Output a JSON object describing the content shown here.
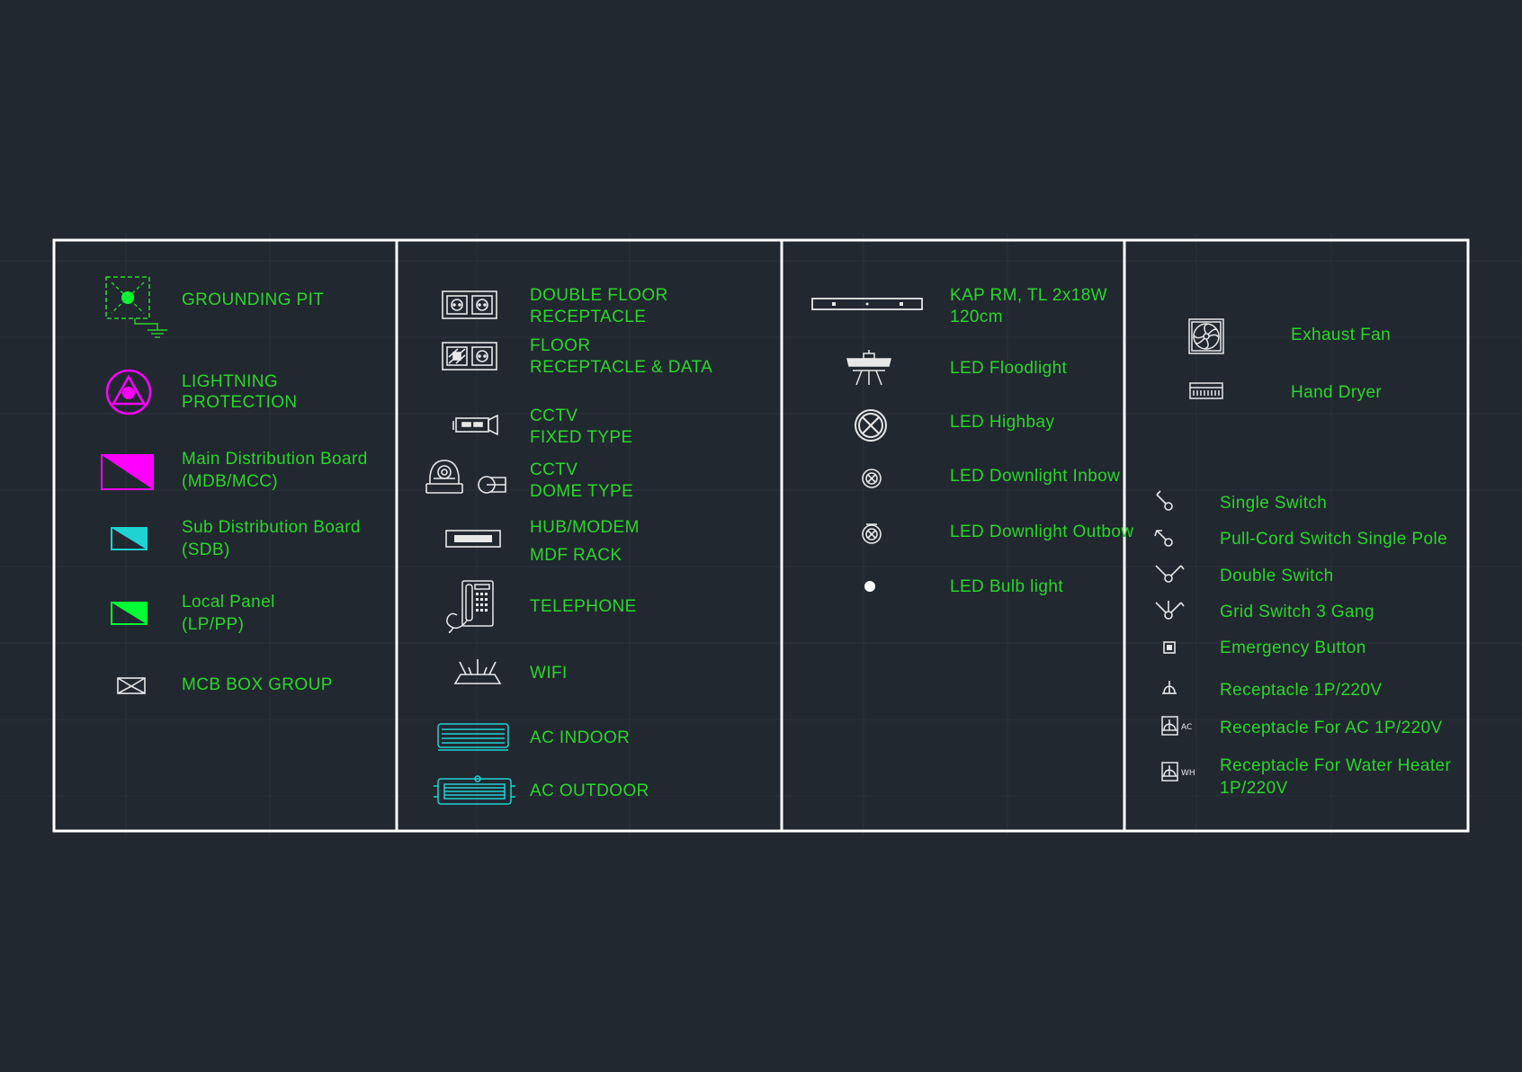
{
  "columns": [
    {
      "items": [
        {
          "icon": "grounding-pit-icon",
          "lines": [
            "GROUNDING PIT"
          ]
        },
        {
          "icon": "lightning-protection-icon",
          "lines": [
            "LIGHTNING",
            "PROTECTION"
          ]
        },
        {
          "icon": "main-distribution-board-icon",
          "lines": [
            "Main Distribution Board",
            "(MDB/MCC)"
          ]
        },
        {
          "icon": "sub-distribution-board-icon",
          "lines": [
            "Sub Distribution Board",
            "(SDB)"
          ]
        },
        {
          "icon": "local-panel-icon",
          "lines": [
            "Local Panel",
            "(LP/PP)"
          ]
        },
        {
          "icon": "mcb-box-group-icon",
          "lines": [
            "MCB BOX GROUP"
          ]
        }
      ]
    },
    {
      "items": [
        {
          "icon": "double-floor-receptacle-icon",
          "lines": [
            "DOUBLE FLOOR",
            "RECEPTACLE"
          ]
        },
        {
          "icon": "floor-receptacle-data-icon",
          "lines": [
            "FLOOR",
            "RECEPTACLE & DATA"
          ]
        },
        {
          "icon": "cctv-fixed-icon",
          "lines": [
            "CCTV",
            "FIXED TYPE"
          ]
        },
        {
          "icon": "cctv-dome-icon",
          "lines": [
            "CCTV",
            "DOME TYPE"
          ]
        },
        {
          "icon": "hub-modem-icon",
          "lines": [
            "HUB/MODEM",
            "MDF RACK"
          ]
        },
        {
          "icon": "telephone-icon",
          "lines": [
            "TELEPHONE"
          ]
        },
        {
          "icon": "wifi-icon",
          "lines": [
            "WIFI"
          ]
        },
        {
          "icon": "ac-indoor-icon",
          "lines": [
            "AC INDOOR"
          ]
        },
        {
          "icon": "ac-outdoor-icon",
          "lines": [
            "AC  OUTDOOR"
          ]
        }
      ]
    },
    {
      "items": [
        {
          "icon": "tl-lamp-icon",
          "lines": [
            "KAP RM, TL 2x18W",
            "120cm"
          ]
        },
        {
          "icon": "led-floodlight-icon",
          "lines": [
            "LED Floodlight"
          ]
        },
        {
          "icon": "led-highbay-icon",
          "lines": [
            "LED Highbay"
          ]
        },
        {
          "icon": "led-downlight-inbow-icon",
          "lines": [
            "LED Downlight Inbow"
          ]
        },
        {
          "icon": "led-downlight-outbow-icon",
          "lines": [
            "LED Downlight Outbow"
          ]
        },
        {
          "icon": "led-bulb-icon",
          "lines": [
            "LED Bulb light"
          ]
        }
      ]
    },
    {
      "items": [
        {
          "icon": "exhaust-fan-icon",
          "lines": [
            "Exhaust Fan"
          ]
        },
        {
          "icon": "hand-dryer-icon",
          "lines": [
            "Hand Dryer"
          ]
        },
        {
          "icon": "single-switch-icon",
          "lines": [
            "Single Switch"
          ]
        },
        {
          "icon": "pull-cord-switch-icon",
          "lines": [
            "Pull-Cord Switch Single Pole"
          ]
        },
        {
          "icon": "double-switch-icon",
          "lines": [
            "Double Switch"
          ]
        },
        {
          "icon": "grid-switch-icon",
          "lines": [
            "Grid Switch 3 Gang"
          ]
        },
        {
          "icon": "emergency-button-icon",
          "lines": [
            "Emergency Button"
          ]
        },
        {
          "icon": "receptacle-icon",
          "lines": [
            "Receptacle 1P/220V"
          ]
        },
        {
          "icon": "receptacle-ac-icon",
          "lines": [
            "Receptacle For AC 1P/220V"
          ],
          "tag": "AC"
        },
        {
          "icon": "receptacle-wh-icon",
          "lines": [
            "Receptacle For Water Heater",
            "1P/220V"
          ],
          "tag": "WH"
        }
      ]
    }
  ],
  "colors": {
    "background": "#212830",
    "frame": "#ffffff",
    "text": "#2bd62b",
    "magenta": "#ff00ff",
    "cyan": "#1fd3d3",
    "green": "#00ff33",
    "symbol": "#e8e8e8"
  }
}
